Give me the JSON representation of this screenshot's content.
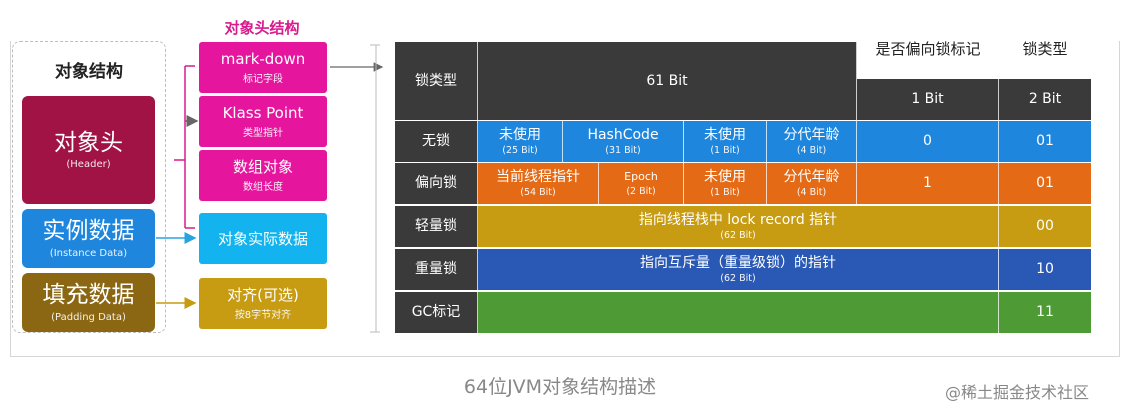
{
  "object_structure": {
    "title": "对象结构",
    "header": {
      "label": "对象头",
      "sub": "(Header)",
      "color": "#a11245"
    },
    "instance": {
      "label": "实例数据",
      "sub": "(Instance Data)",
      "color": "#1f86dd"
    },
    "padding": {
      "label": "填充数据",
      "sub": "(Padding Data)",
      "color": "#b8860b"
    }
  },
  "header_structure": {
    "title": "对象头结构",
    "items": [
      {
        "label": "mark-down",
        "sub": "标记字段"
      },
      {
        "label": "Klass Point",
        "sub": "类型指针"
      },
      {
        "label": "数组对象",
        "sub": "数组长度"
      }
    ]
  },
  "instance_note": {
    "label": "对象实际数据"
  },
  "padding_note": {
    "label": "对齐(可选)",
    "sub": "按8字节对齐"
  },
  "table": {
    "top_labels": {
      "biased_flag": "是否偏向锁标记",
      "lock_type": "锁类型"
    },
    "header": {
      "col0": "锁类型",
      "bits61": "61 Bit",
      "bit1": "1 Bit",
      "bit2": "2 Bit"
    },
    "rows": {
      "unlocked": {
        "label": "无锁",
        "color": "#1f86dd",
        "cells": [
          {
            "label": "未使用",
            "sub": "(25 Bit)"
          },
          {
            "label": "HashCode",
            "sub": "(31 Bit)"
          },
          {
            "label": "未使用",
            "sub": "(1 Bit)"
          },
          {
            "label": "分代年龄",
            "sub": "(4 Bit)"
          }
        ],
        "biased": "0",
        "lock": "01"
      },
      "biased": {
        "label": "偏向锁",
        "color": "#e56a15",
        "cells": [
          {
            "label": "当前线程指针",
            "sub": "(54 Bit)"
          },
          {
            "label": "Epoch",
            "sub": "(2 Bit)"
          },
          {
            "label": "未使用",
            "sub": "(1 Bit)"
          },
          {
            "label": "分代年龄",
            "sub": "(4 Bit)"
          }
        ],
        "biased": "1",
        "lock": "01"
      },
      "lightweight": {
        "label": "轻量锁",
        "color": "#c79b12",
        "content": "指向线程栈中 lock record 指针",
        "sub": "(62 Bit)",
        "lock": "00"
      },
      "heavyweight": {
        "label": "重量锁",
        "color": "#2a59b5",
        "content": "指向互斥量（重量级锁）的指针",
        "sub": "(62 Bit)",
        "lock": "10"
      },
      "gc": {
        "label": "GC标记",
        "color": "#4e9b36",
        "lock": "11"
      }
    },
    "colors": {
      "label_col": "#3a3a3a",
      "header_dark": "#3a3a3a"
    }
  },
  "caption": "64位JVM对象结构描述",
  "watermark": "@稀土掘金技术社区"
}
